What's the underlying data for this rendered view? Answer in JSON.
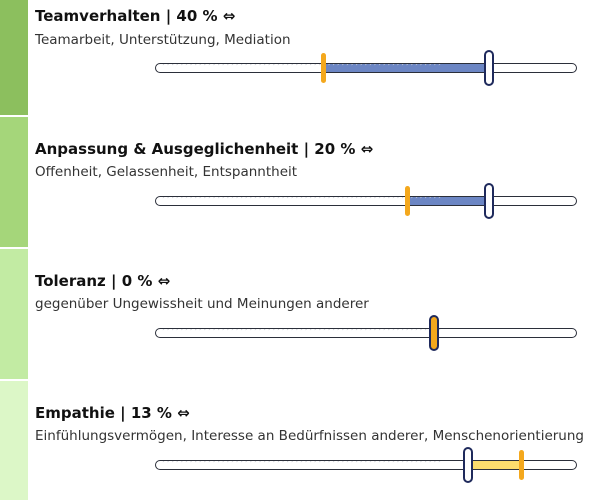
{
  "colors": {
    "stripe_1": "#8cbf5e",
    "stripe_2": "#a5d67a",
    "stripe_3": "#c2eba3",
    "stripe_4": "#dcf7c7",
    "fill_blue": "#6c86c4",
    "fill_yellow": "#fbdc6e",
    "marker_orange": "#f4a81d",
    "marker_navy": "#1f2a5c"
  },
  "sections": [
    {
      "title": "Teamverhalten | 40 % ⇔",
      "subtitle": "Teamarbeit, Unterstützung, Mediation",
      "orange_position": 0.4,
      "navy_position": 0.79
    },
    {
      "title": "Anpassung & Ausgeglichenheit | 20 % ⇔",
      "subtitle": "Offenheit, Gelassenheit, Entspanntheit",
      "orange_position": 0.6,
      "navy_position": 0.79
    },
    {
      "title": "Toleranz | 0 % ⇔",
      "subtitle": "gegenüber Ungewissheit und Meinungen anderer",
      "orange_position": 0.66,
      "navy_position": 0.66
    },
    {
      "title": "Empathie | 13 % ⇔",
      "subtitle": "Einfühlungsvermögen, Interesse an Bedürfnissen anderer, Menschenorientierung",
      "orange_position": 0.87,
      "navy_position": 0.74
    }
  ]
}
